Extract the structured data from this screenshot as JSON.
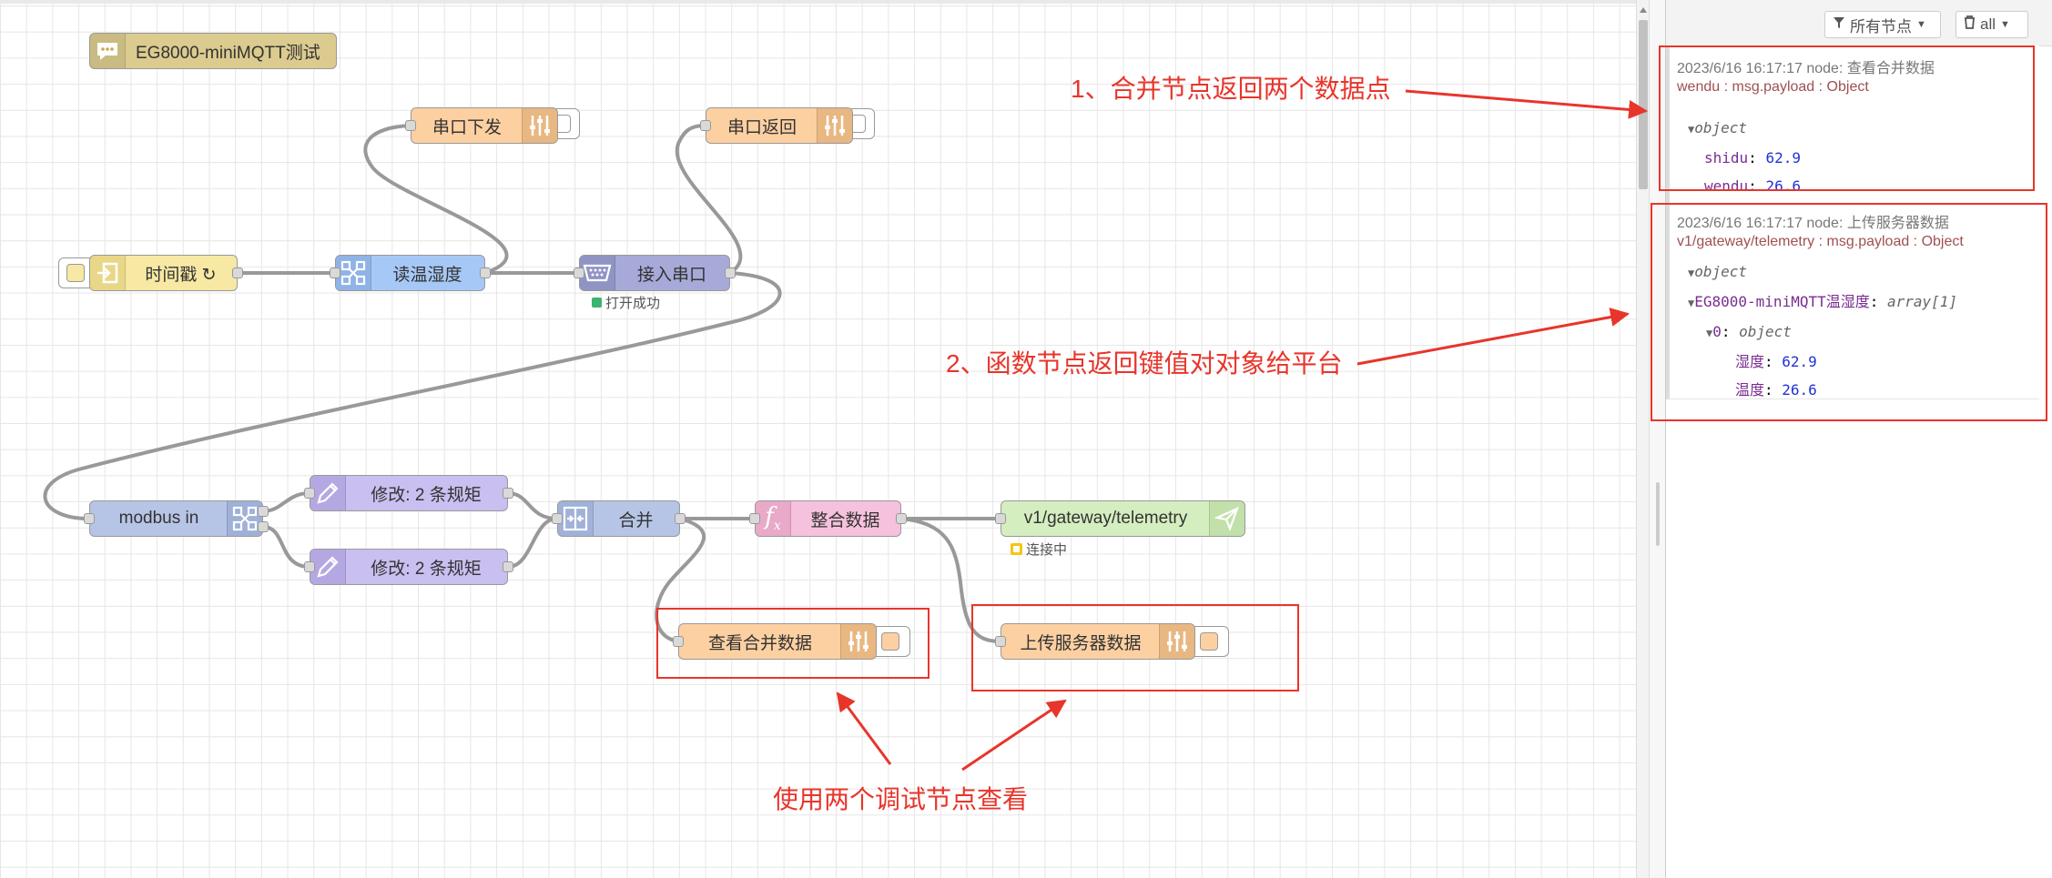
{
  "editor": {
    "comment_node": "EG8000-miniMQTT测试",
    "nodes": {
      "serial_out": "串口下发",
      "serial_return": "串口返回",
      "inject": "时间戳 ↻",
      "read_temp": "读温湿度",
      "serial_in": "接入串口",
      "serial_in_status": "打开成功",
      "modbus_in": "modbus in",
      "change_1": "修改: 2 条规矩",
      "change_2": "修改: 2 条规矩",
      "join": "合并",
      "function": "整合数据",
      "mqtt_out": "v1/gateway/telemetry",
      "mqtt_status": "连接中",
      "debug_merge": "查看合并数据",
      "debug_upload": "上传服务器数据"
    },
    "annotations": {
      "note_1": "1、合并节点返回两个数据点",
      "note_2": "2、函数节点返回键值对对象给平台",
      "note_3": "使用两个调试节点查看"
    },
    "colors": {
      "annotation_red": "#e8352b",
      "debug_node": "#fdd0a2",
      "inject_node": "#f7e8a4",
      "modbus_node": "#b6c5e6",
      "change_node": "#c9bff0",
      "function_node": "#f6c1dc",
      "mqtt_node": "#d4eec0",
      "serial_node": "#a7aad8",
      "status_green": "#3cb371",
      "status_yellow": "#f3c613"
    }
  },
  "sidebar": {
    "filter_button": "所有节点",
    "clear_button": "all",
    "messages": [
      {
        "meta": "2023/6/16 16:17:17   node: 查看合并数据",
        "topic": "wendu : msg.payload : Object",
        "root": "object",
        "props": [
          {
            "key": "shidu",
            "value": "62.9"
          },
          {
            "key": "wendu",
            "value": "26.6"
          }
        ]
      },
      {
        "meta": "2023/6/16 16:17:17   node: 上传服务器数据",
        "topic": "v1/gateway/telemetry : msg.payload : Object",
        "root": "object",
        "array_key": "EG8000-miniMQTT温湿度",
        "array_type": "array[1]",
        "item_key": "0",
        "item_type": "object",
        "props": [
          {
            "key": "湿度",
            "value": "62.9"
          },
          {
            "key": "温度",
            "value": "26.6"
          }
        ]
      }
    ]
  }
}
